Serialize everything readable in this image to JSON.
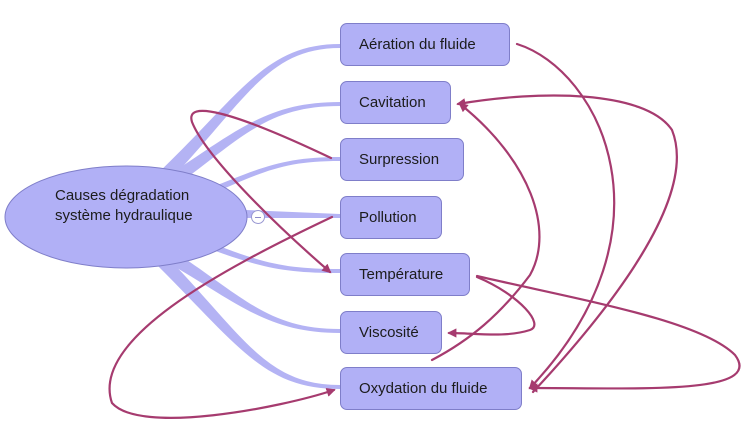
{
  "diagram": {
    "root": {
      "label": "Causes dégradation système hydraulique"
    },
    "nodes": [
      {
        "id": "aeration",
        "label": "Aération du fluide"
      },
      {
        "id": "cavitation",
        "label": "Cavitation"
      },
      {
        "id": "surpression",
        "label": "Surpression"
      },
      {
        "id": "pollution",
        "label": "Pollution"
      },
      {
        "id": "temperature",
        "label": "Température"
      },
      {
        "id": "viscosite",
        "label": "Viscosité"
      },
      {
        "id": "oxydation",
        "label": "Oxydation du fluide"
      }
    ],
    "relations": [
      {
        "from": "aeration",
        "to": "oxydation"
      },
      {
        "from": "surpression",
        "to": "temperature"
      },
      {
        "from": "pollution",
        "to": "oxydation"
      },
      {
        "from": "temperature",
        "to": "viscosite"
      },
      {
        "from": "temperature",
        "to": "oxydation"
      },
      {
        "from": "viscosite",
        "to": "cavitation"
      },
      {
        "from": "oxydation",
        "to": "cavitation"
      }
    ],
    "colors": {
      "node_fill": "#b1b0f6",
      "branch": "#b4b3f4",
      "relation": "#a63b6f"
    }
  }
}
